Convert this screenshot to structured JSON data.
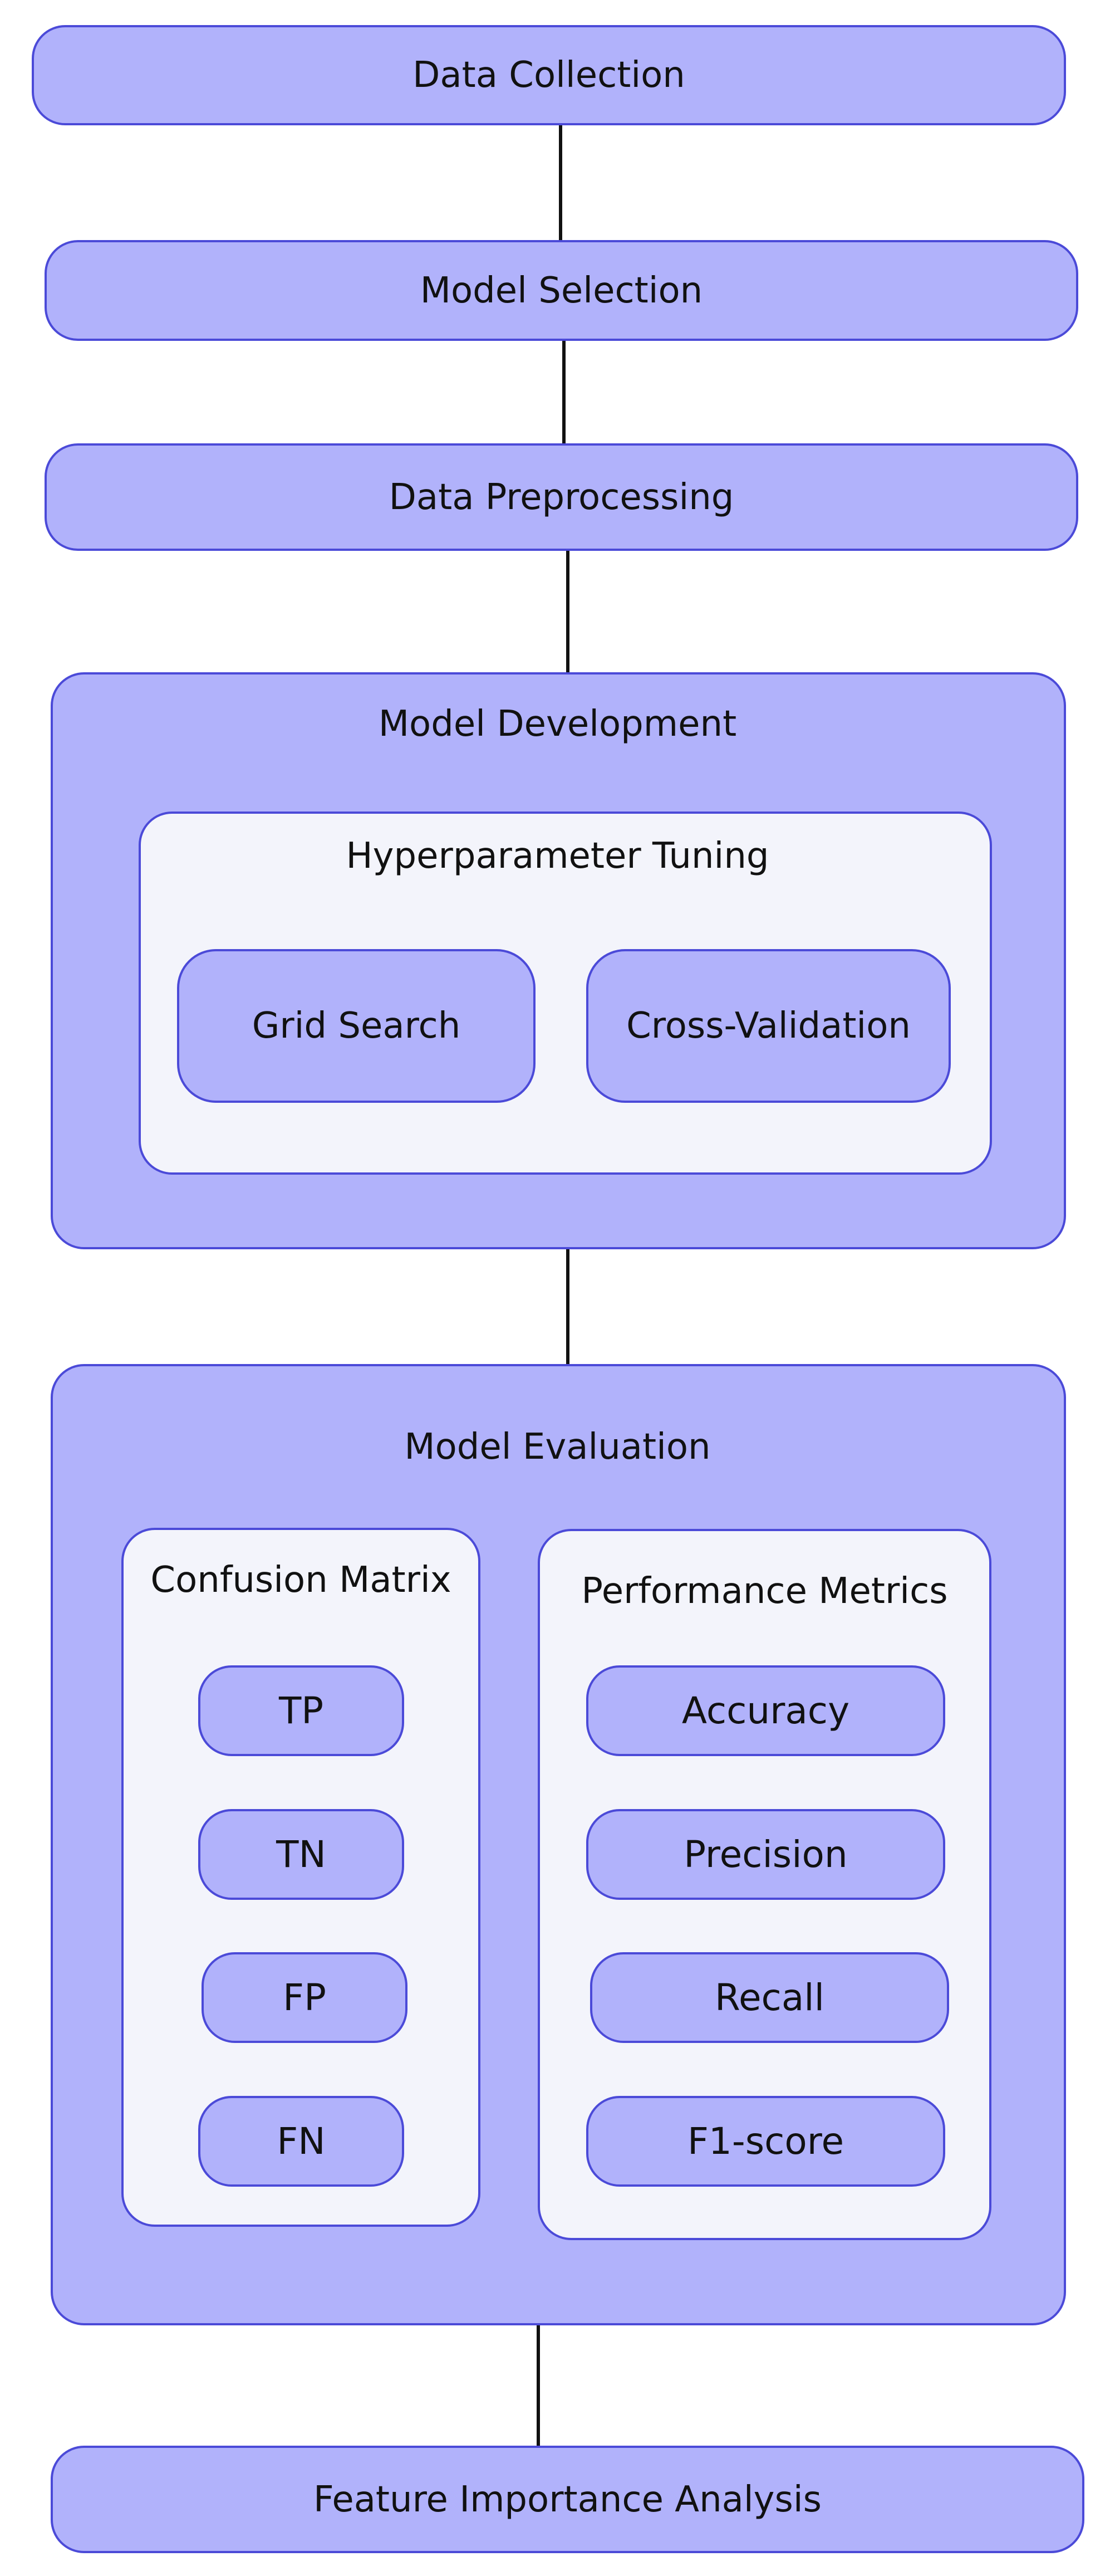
{
  "diagram": {
    "nodes": {
      "data_collection": "Data Collection",
      "model_selection": "Model Selection",
      "data_preprocessing": "Data Preprocessing",
      "feature_importance": "Feature Importance Analysis"
    },
    "model_development": {
      "title": "Model Development",
      "hyperparameter_tuning": {
        "title": "Hyperparameter Tuning",
        "items": [
          "Grid Search",
          "Cross-Validation"
        ]
      }
    },
    "model_evaluation": {
      "title": "Model Evaluation",
      "confusion_matrix": {
        "title": "Confusion Matrix",
        "items": [
          "TP",
          "TN",
          "FP",
          "FN"
        ]
      },
      "performance_metrics": {
        "title": "Performance Metrics",
        "items": [
          "Accuracy",
          "Precision",
          "Recall",
          "F1-score"
        ]
      }
    },
    "edges": [
      [
        "Data Collection",
        "Model Selection"
      ],
      [
        "Model Selection",
        "Data Preprocessing"
      ],
      [
        "Data Preprocessing",
        "Model Development"
      ],
      [
        "Model Development",
        "Model Evaluation"
      ],
      [
        "Model Evaluation",
        "Feature Importance Analysis"
      ]
    ],
    "colors": {
      "node_fill": "#b1b2fb",
      "node_border": "#4b4ad8",
      "inner_fill": "#f3f4fb",
      "connector": "#111111",
      "text": "#111111"
    }
  }
}
